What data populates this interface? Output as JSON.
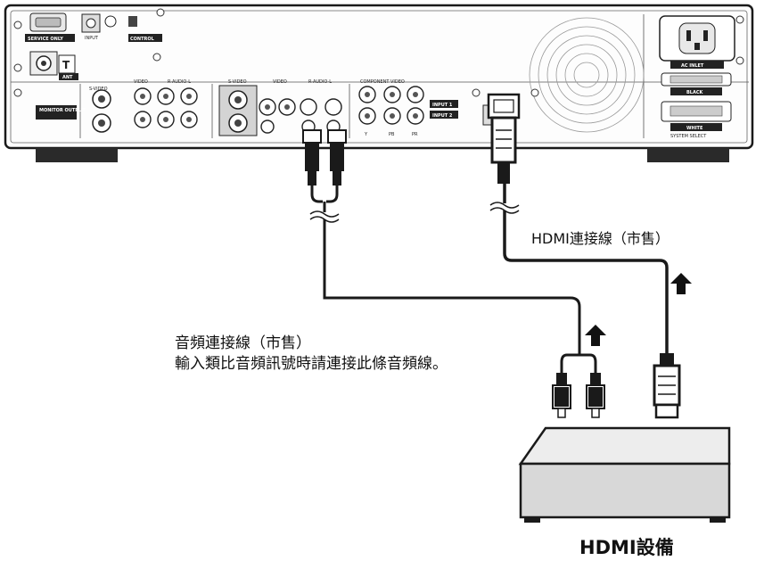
{
  "panel": {
    "service_only": "SERVICE ONLY",
    "input": "INPUT",
    "control": "CONTROL",
    "ant": "ANT",
    "monitor_output": "MONITOR OUTPUT",
    "svideo_1": "S-VIDEO",
    "video_1": "VIDEO",
    "raudiol_1": "R-AUDIO-L",
    "svideo_2": "S-VIDEO",
    "video_2": "VIDEO",
    "raudiol_2": "R-AUDIO-L",
    "component_video": "COMPONENT VIDEO",
    "y": "Y",
    "pb": "PB",
    "pr": "PR",
    "input_1": "INPUT 1",
    "input_2": "INPUT 2",
    "ac_inlet": "AC INLET",
    "black": "BLACK",
    "white": "WHITE",
    "system_select": "SYSTEM SELECT"
  },
  "labels": {
    "hdmi_cable": "HDMI連接線（市售）",
    "audio_cable": "音頻連接線（市售）",
    "audio_note": "輸入類比音頻訊號時請連接此條音頻線。",
    "hdmi_device": "HDMI設備"
  }
}
